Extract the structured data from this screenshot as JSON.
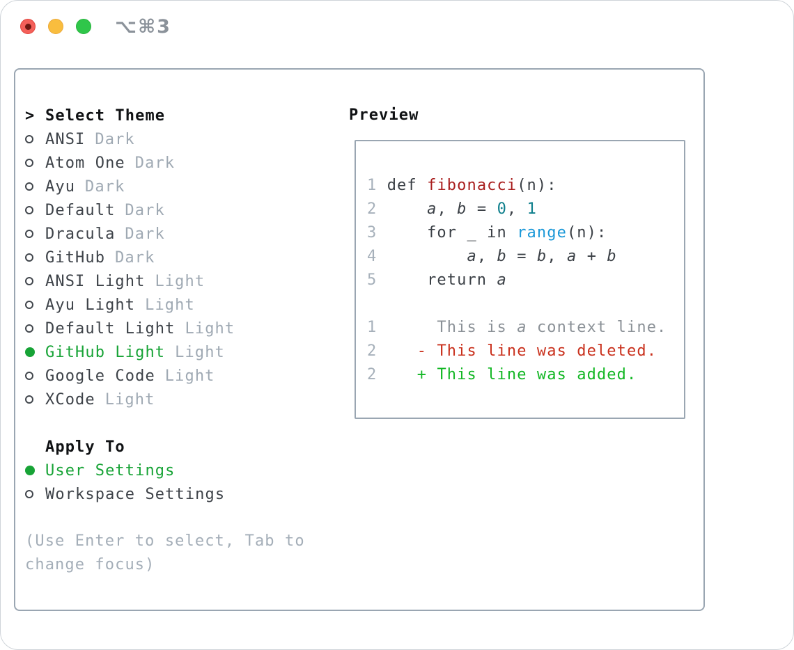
{
  "window": {
    "title": "⌥⌘3"
  },
  "theme_picker": {
    "header_prefix": ">",
    "header": "Select Theme",
    "themes": [
      {
        "name": "ANSI",
        "variant": "Dark",
        "selected": false
      },
      {
        "name": "Atom One",
        "variant": "Dark",
        "selected": false
      },
      {
        "name": "Ayu",
        "variant": "Dark",
        "selected": false
      },
      {
        "name": "Default",
        "variant": "Dark",
        "selected": false
      },
      {
        "name": "Dracula",
        "variant": "Dark",
        "selected": false
      },
      {
        "name": "GitHub",
        "variant": "Dark",
        "selected": false
      },
      {
        "name": "ANSI Light",
        "variant": "Light",
        "selected": false
      },
      {
        "name": "Ayu Light",
        "variant": "Light",
        "selected": false
      },
      {
        "name": "Default Light",
        "variant": "Light",
        "selected": false
      },
      {
        "name": "GitHub Light",
        "variant": "Light",
        "selected": true
      },
      {
        "name": "Google Code",
        "variant": "Light",
        "selected": false
      },
      {
        "name": "XCode",
        "variant": "Light",
        "selected": false
      }
    ],
    "apply_to": {
      "header": "Apply To",
      "options": [
        {
          "name": "User Settings",
          "selected": true
        },
        {
          "name": "Workspace Settings",
          "selected": false
        }
      ]
    },
    "hint_line1": "(Use Enter to select, Tab to",
    "hint_line2": "change focus)"
  },
  "preview": {
    "header": "Preview",
    "lines": [
      [
        {
          "c": "ln",
          "t": "1"
        },
        {
          "c": "t",
          "t": " def "
        },
        {
          "c": "fn",
          "t": "fibonacci"
        },
        {
          "c": "t",
          "t": "(n):"
        }
      ],
      [
        {
          "c": "ln",
          "t": "2"
        },
        {
          "c": "t",
          "t": "     "
        },
        {
          "c": "v",
          "t": "a"
        },
        {
          "c": "t",
          "t": ", "
        },
        {
          "c": "v",
          "t": "b"
        },
        {
          "c": "t",
          "t": " = "
        },
        {
          "c": "n",
          "t": "0"
        },
        {
          "c": "t",
          "t": ", "
        },
        {
          "c": "n",
          "t": "1"
        }
      ],
      [
        {
          "c": "ln",
          "t": "3"
        },
        {
          "c": "t",
          "t": "     for _ in "
        },
        {
          "c": "b",
          "t": "range"
        },
        {
          "c": "t",
          "t": "(n):"
        }
      ],
      [
        {
          "c": "ln",
          "t": "4"
        },
        {
          "c": "t",
          "t": "         "
        },
        {
          "c": "v",
          "t": "a"
        },
        {
          "c": "t",
          "t": ", "
        },
        {
          "c": "v",
          "t": "b"
        },
        {
          "c": "t",
          "t": " = "
        },
        {
          "c": "v",
          "t": "b"
        },
        {
          "c": "t",
          "t": ", "
        },
        {
          "c": "v",
          "t": "a"
        },
        {
          "c": "t",
          "t": " + "
        },
        {
          "c": "v",
          "t": "b"
        }
      ],
      [
        {
          "c": "ln",
          "t": "5"
        },
        {
          "c": "t",
          "t": "     return "
        },
        {
          "c": "v",
          "t": "a"
        }
      ],
      [],
      [
        {
          "c": "ln",
          "t": "1"
        },
        {
          "c": "g",
          "t": "      This is "
        },
        {
          "c": "gv",
          "t": "a"
        },
        {
          "c": "g",
          "t": " context line."
        }
      ],
      [
        {
          "c": "ln",
          "t": "2"
        },
        {
          "c": "t",
          "t": "    "
        },
        {
          "c": "d",
          "t": "- This line was deleted."
        }
      ],
      [
        {
          "c": "ln",
          "t": "2"
        },
        {
          "c": "t",
          "t": "    "
        },
        {
          "c": "a",
          "t": "+ This line was added."
        }
      ]
    ]
  },
  "colors": {
    "selected_green": "#17a336",
    "diff_added_green": "#12b724",
    "diff_deleted_red": "#c9301c",
    "function_red": "#a81d1d",
    "builtin_blue": "#1b98d8",
    "number_teal": "#0e7f8c",
    "muted_gray": "#9fa9b3",
    "border_gray": "#9aa6b2"
  }
}
